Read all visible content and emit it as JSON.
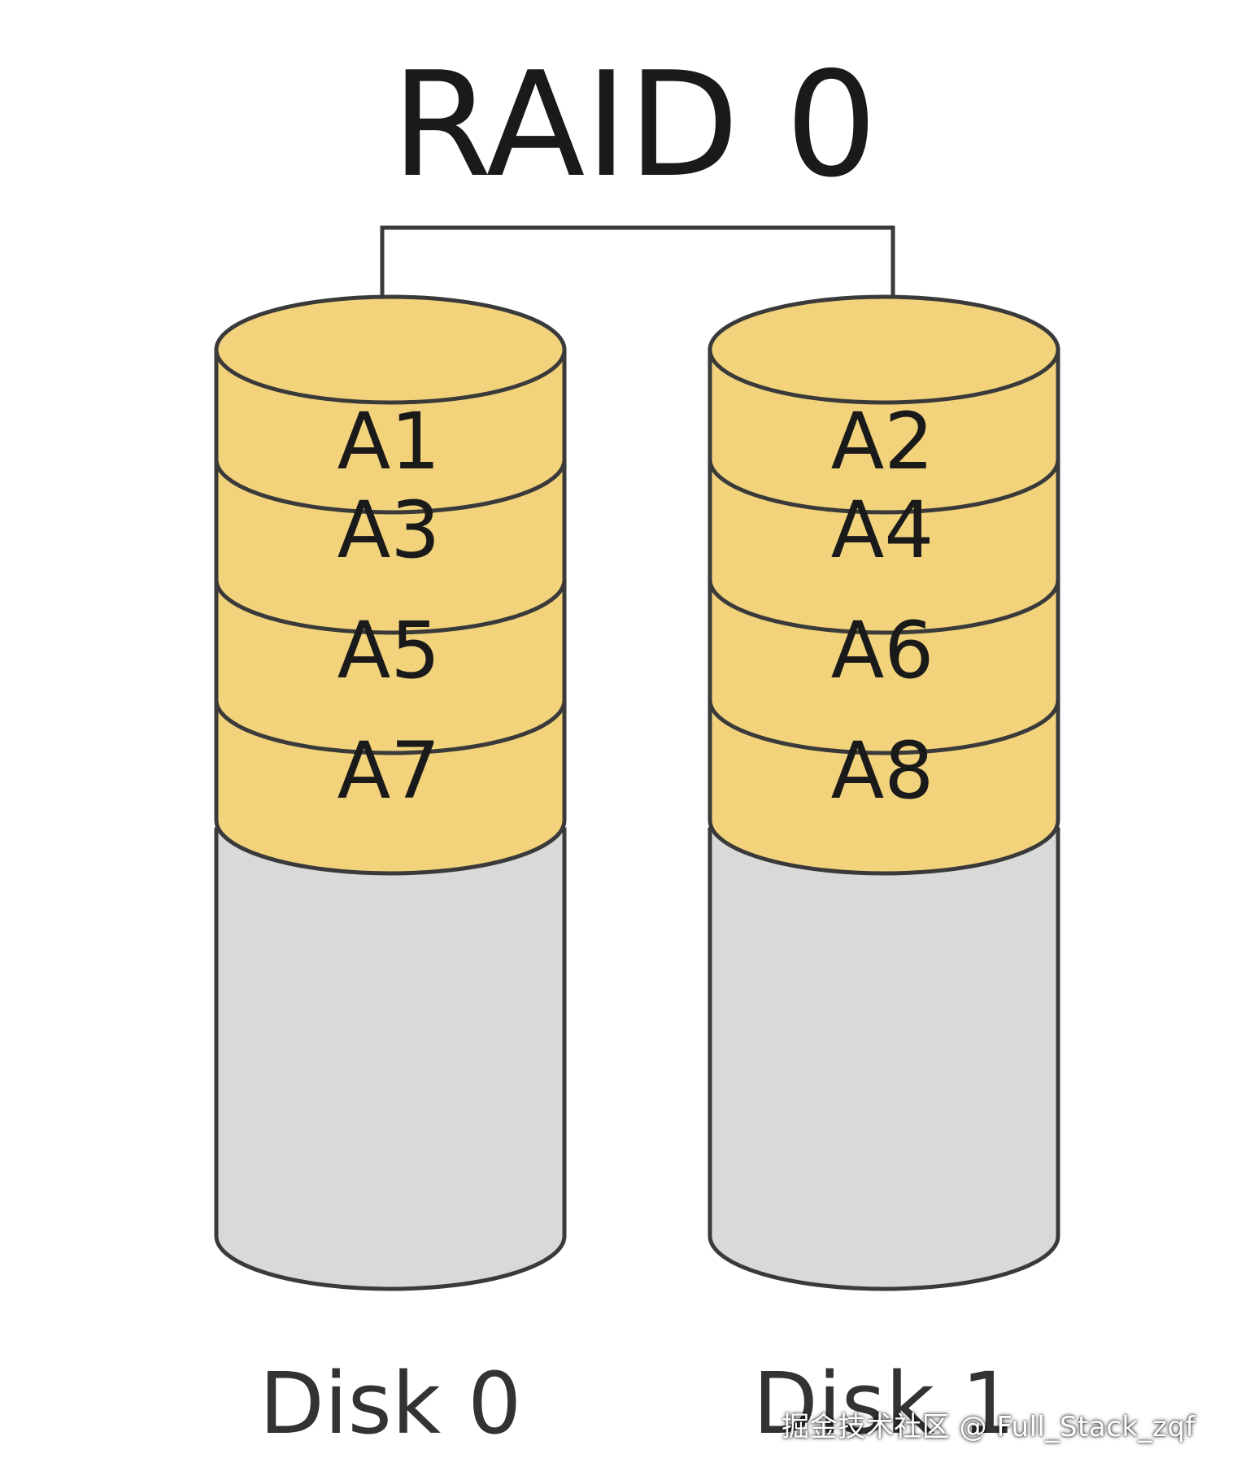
{
  "title": "RAID 0",
  "colors": {
    "block_fill": "#f2d37c",
    "empty_fill": "#d9d9da",
    "stroke": "#3a3a3a",
    "text": "#1a1a1a"
  },
  "disks": [
    {
      "label": "Disk 0",
      "blocks": [
        "A1",
        "A3",
        "A5",
        "A7"
      ]
    },
    {
      "label": "Disk 1",
      "blocks": [
        "A2",
        "A4",
        "A6",
        "A8"
      ]
    }
  ],
  "watermark": "掘金技术社区 @ Full_Stack_zqf"
}
